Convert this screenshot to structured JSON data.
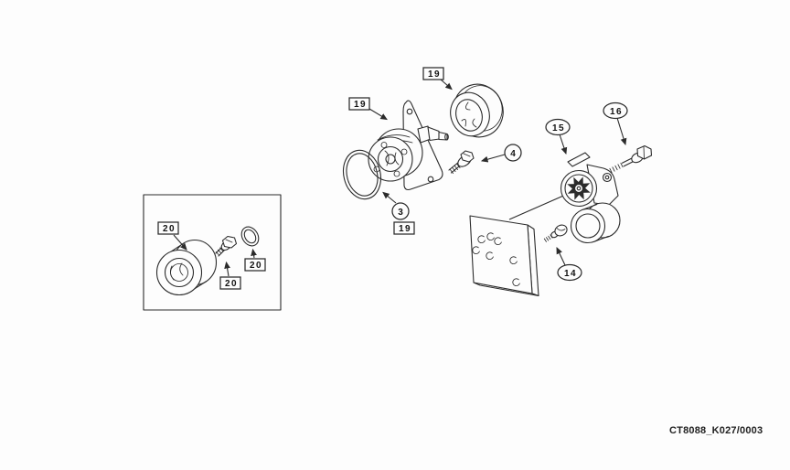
{
  "figure_code": "CT8088_K027/0003",
  "colors": {
    "line": "#2b2b2b",
    "background": "#fdfdfd"
  },
  "callouts": {
    "pump": {
      "label": "19"
    },
    "pulley": {
      "label": "19"
    },
    "gasket_item": {
      "label": "3"
    },
    "gasket_ref": {
      "label": "19"
    },
    "pump_bolt": {
      "label": "4"
    },
    "tensioner": {
      "label": "15"
    },
    "tensioner_bolt": {
      "label": "16"
    },
    "plate_screw": {
      "label": "14"
    },
    "idler_pulley": {
      "label": "20"
    },
    "idler_bolt": {
      "label": "20"
    },
    "idler_washer": {
      "label": "20"
    }
  }
}
